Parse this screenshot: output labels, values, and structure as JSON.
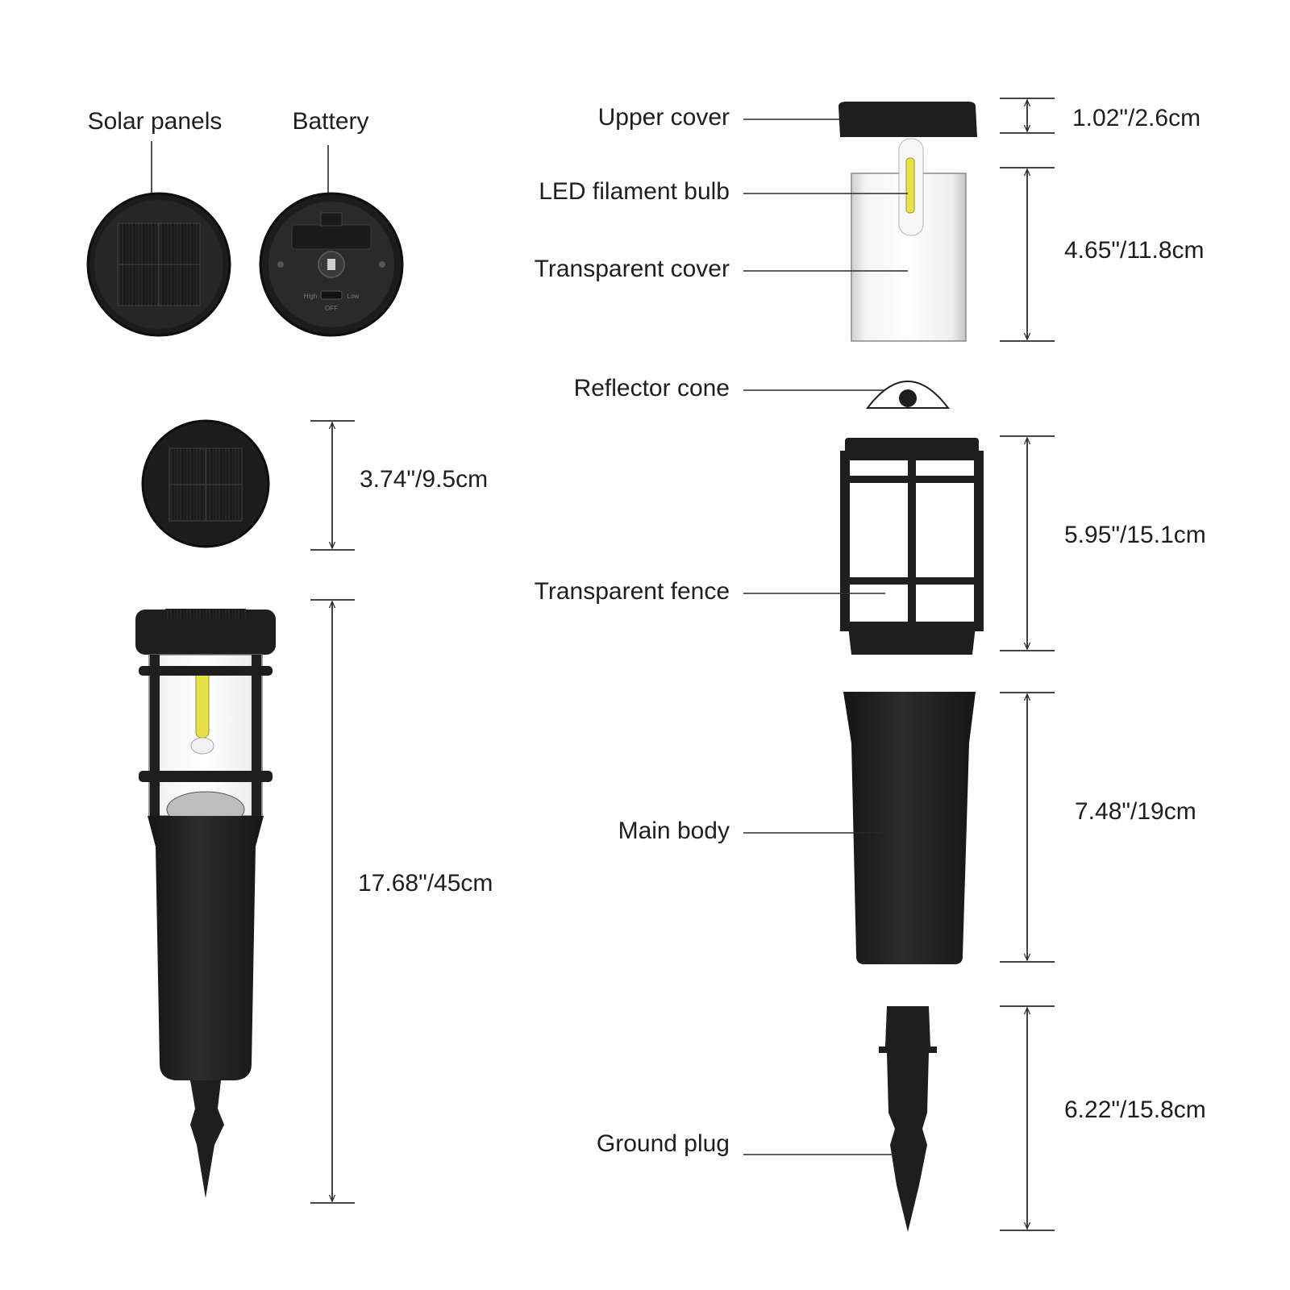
{
  "top_parts": {
    "solar_panels": "Solar panels",
    "battery": "Battery",
    "switch_high": "High",
    "switch_low": "Low",
    "switch_off": "OFF"
  },
  "assembled": {
    "top_diameter": "3.74\"/9.5cm",
    "total_height": "17.68\"/45cm"
  },
  "parts": {
    "upper_cover": {
      "label": "Upper cover",
      "dimension": "1.02\"/2.6cm"
    },
    "led_filament_bulb": {
      "label": "LED filament bulb"
    },
    "transparent_cover": {
      "label": "Transparent cover",
      "dimension": "4.65\"/11.8cm"
    },
    "reflector_cone": {
      "label": "Reflector cone"
    },
    "transparent_fence": {
      "label": "Transparent fence",
      "dimension": "5.95\"/15.1cm"
    },
    "main_body": {
      "label": "Main body",
      "dimension": "7.48\"/19cm"
    },
    "ground_plug": {
      "label": "Ground plug",
      "dimension": "6.22\"/15.8cm"
    }
  },
  "colors": {
    "product_black": "#1f1f1f",
    "bulb_yellow": "#e8e14a",
    "line": "#2b2b2b",
    "text": "#1e1e1e"
  }
}
